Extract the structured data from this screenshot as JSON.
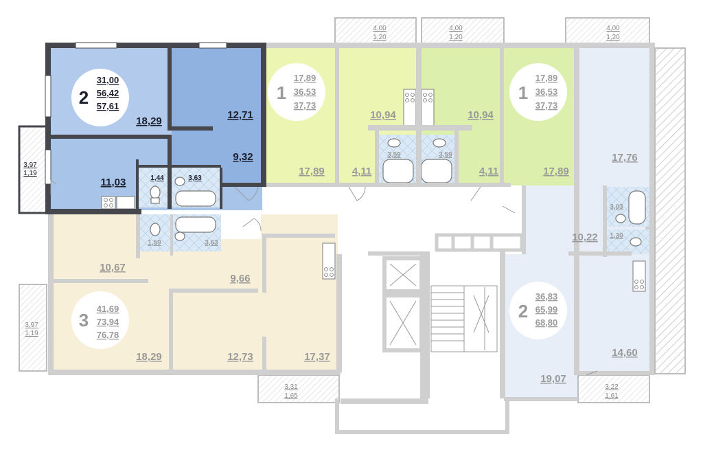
{
  "apartments": {
    "selected": {
      "rooms": "2",
      "living": "31,00",
      "total": "56,42",
      "with_balcony": "57,61"
    },
    "left_bottom": {
      "rooms": "3",
      "living": "41,69",
      "total": "73,94",
      "with_balcony": "76,78"
    },
    "center_left": {
      "rooms": "1",
      "living": "17,89",
      "total": "36,53",
      "with_balcony": "37,73"
    },
    "center_right": {
      "rooms": "1",
      "living": "17,89",
      "total": "36,53",
      "with_balcony": "37,73"
    },
    "right_bottom": {
      "rooms": "2",
      "living": "36,83",
      "total": "65,99",
      "with_balcony": "68,80"
    }
  },
  "rooms_selected": {
    "living_room": "18,29",
    "bedroom": "12,71",
    "hall": "9,32",
    "kitchen": "11,03",
    "wc": "1,44",
    "bath": "3,63",
    "balcony_top": "3,97",
    "balcony_bottom": "1,19"
  },
  "rooms_other": {
    "c1_room": "17,89",
    "c1_kitchen": "10,94",
    "c1_hall": "4,11",
    "c1_bath": "3,59",
    "c2_room": "17,89",
    "c2_kitchen": "10,94",
    "c2_hall": "4,11",
    "c2_bath": "3,59",
    "r_room_top": "17,76",
    "r_bath": "3,03",
    "r_wc": "1,30",
    "r_hall": "10,22",
    "r_room_right": "14,60",
    "r_room_bottom": "19,07",
    "l_wc": "1,59",
    "l_bath": "3,63",
    "l_hall": "10,67",
    "l_corridor": "9,66",
    "l_room1": "18,29",
    "l_room2": "12,73",
    "l_kitchen": "17,37"
  },
  "balconies": {
    "top1": {
      "a": "4,00",
      "b": "1,20"
    },
    "top2": {
      "a": "4,00",
      "b": "1,20"
    },
    "top3": {
      "a": "4,00",
      "b": "1,20"
    },
    "left": {
      "a": "3,97",
      "b": "1,19"
    },
    "bottom_left": {
      "a": "3,31",
      "b": "1,65"
    },
    "bottom_right": {
      "a": "3,22",
      "b": "1,61"
    }
  },
  "colors": {
    "selected": "#a8c4e8",
    "yellow_green": "#ecf6b2",
    "green": "#dcefac",
    "right_blue": "#e7eef8",
    "beige": "#f7efd7",
    "tile": "#d9e8f5",
    "wall": "#cfcfcf",
    "wall_dark": "#45474d"
  }
}
